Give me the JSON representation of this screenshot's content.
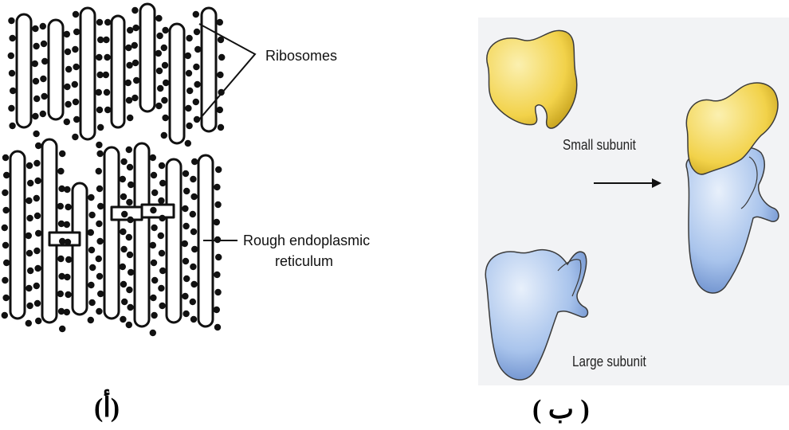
{
  "panel_a": {
    "label_ribosomes": "Ribosomes",
    "label_rer_line1": "Rough endoplasmic",
    "label_rer_line2": "reticulum",
    "caption": "(أ)"
  },
  "panel_b": {
    "label_small": "Small subunit",
    "label_large": "Large subunit",
    "caption": "( ب )"
  },
  "colors": {
    "small_subunit": "#f2d24a",
    "large_subunit": "#a9c4ec",
    "ribosome_dot": "#111111"
  }
}
